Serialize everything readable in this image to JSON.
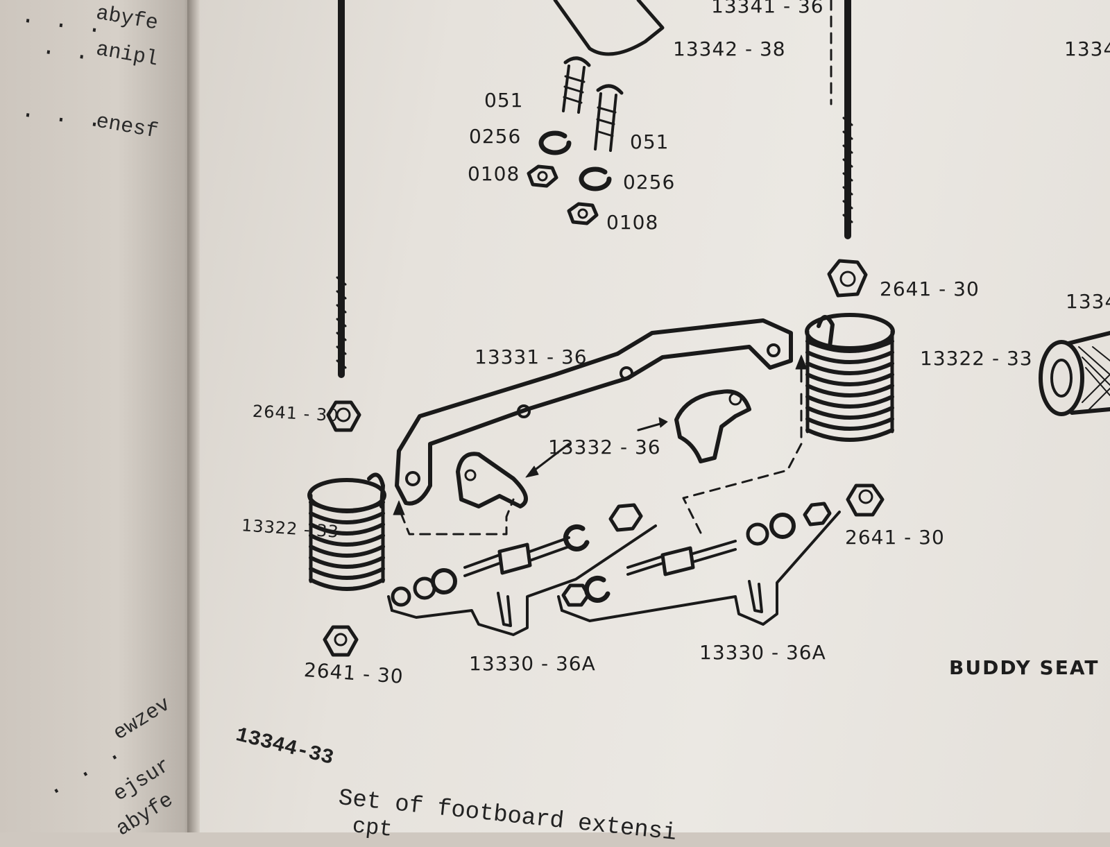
{
  "left_page": {
    "lines": [
      "abyfe",
      "anipl",
      "enesf",
      "ewzev",
      "ejsur",
      "abyfe"
    ]
  },
  "parts_labels": {
    "top_right_partial": "13341 - 36",
    "cover": "13342 - 38",
    "screw_a": "051",
    "screw_b": "051",
    "lock_washer_a": "0256",
    "lock_washer_b": "0256",
    "nut_a": "0108",
    "nut_b": "0108",
    "nut_top_right": "2641 - 30",
    "nut_left_top": "2641 - 30",
    "nut_left_bottom": "2641 - 30",
    "nut_bottom_right": "2641 - 30",
    "bracket": "13331 - 36",
    "clip": "13332 - 36",
    "spring_right": "13322 - 33",
    "spring_left": "13322 - 33",
    "bolt_left": "13330 - 36A",
    "bolt_right": "13330 - 36A",
    "edge_right_top": "1334",
    "edge_right_mid": "1334"
  },
  "section_title": "BUDDY SEAT",
  "listing": {
    "part_number": "13344-33",
    "description": "Set of footboard extensi",
    "description_line2": "cpt"
  },
  "colors": {
    "ink": "#1d1d1d",
    "paper": "#e8e4de",
    "left_paper": "#d2cbc3"
  }
}
